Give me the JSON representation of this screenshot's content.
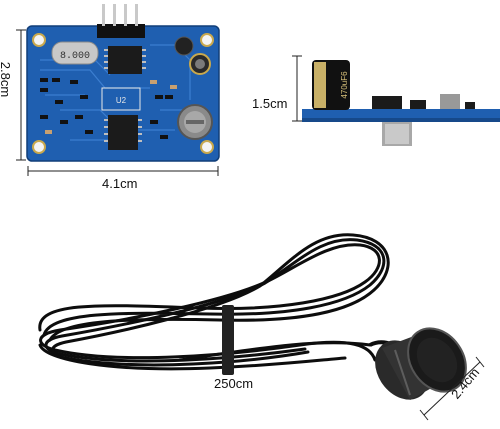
{
  "dimensions": {
    "board_height": "2.8cm",
    "board_width": "4.1cm",
    "side_thickness": "1.5cm",
    "cable_length": "250cm",
    "probe_diameter": "2.4cm"
  },
  "board_markings": {
    "crystal": "8.000",
    "chip_label": "U2",
    "capacitor": "470uF6"
  },
  "colors": {
    "pcb_blue": "#1f5fb0",
    "pcb_blue_dark": "#16498a",
    "chip_black": "#1b1b1b",
    "cable_black": "#0d0d0d",
    "dimension_line": "#222222"
  }
}
